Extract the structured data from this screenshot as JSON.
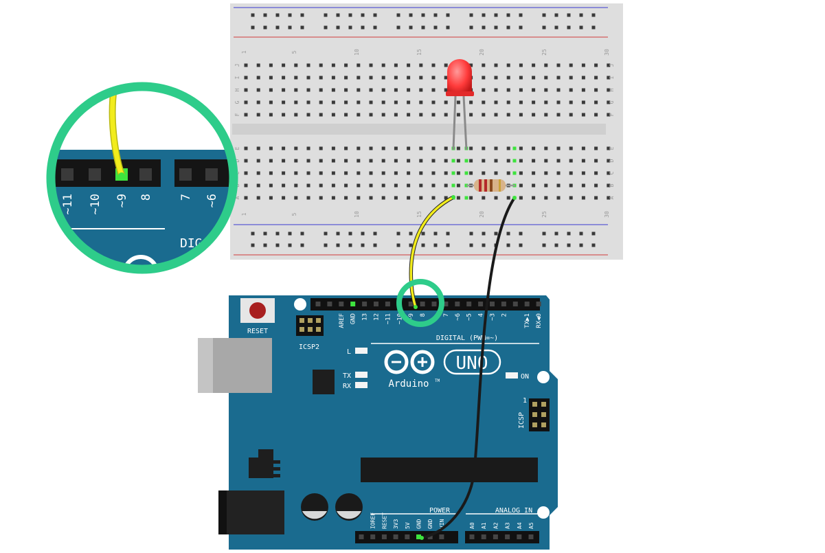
{
  "breadboard": {
    "column_numbers": [
      "1",
      "5",
      "10",
      "15",
      "20",
      "25",
      "30"
    ],
    "row_letters_top": [
      "J",
      "I",
      "H",
      "G",
      "F"
    ],
    "row_letters_bottom": [
      "E",
      "D",
      "C",
      "B",
      "A"
    ]
  },
  "arduino": {
    "reset_label": "RESET",
    "icsp2_label": "ICSP2",
    "icsp_label": "ICSP",
    "icsp_pin1": "1",
    "digital_label": "DIGITAL (PWM=~)",
    "digital_pins": [
      "AREF",
      "GND",
      "13",
      "12",
      "~11",
      "~10",
      "~9",
      "8",
      "7",
      "~6",
      "~5",
      "4",
      "~3",
      "2",
      "TX▶1",
      "RX◀0"
    ],
    "led_l": "L",
    "led_tx": "TX",
    "led_rx": "RX",
    "led_on": "ON",
    "brand": "Arduino",
    "trademark": "TM",
    "model": "UNO",
    "power_label": "POWER",
    "power_pins": [
      "IOREF",
      "RESET",
      "3V3",
      "5V",
      "GND",
      "GND",
      "VIN"
    ],
    "analog_label": "ANALOG IN",
    "analog_pins": [
      "A0",
      "A1",
      "A2",
      "A3",
      "A4",
      "A5"
    ]
  },
  "zoom": {
    "pins": [
      "~11",
      "~10",
      "~9",
      "8",
      "7",
      "~6"
    ],
    "partial_label": "DIG"
  },
  "colors": {
    "board": "#1a6b8f",
    "breadboard": "#dedede",
    "wire_signal": "#f2ec1c",
    "wire_ground": "#1a1a1a",
    "highlight": "#2ecc8a",
    "led": "#ff3b3b"
  }
}
